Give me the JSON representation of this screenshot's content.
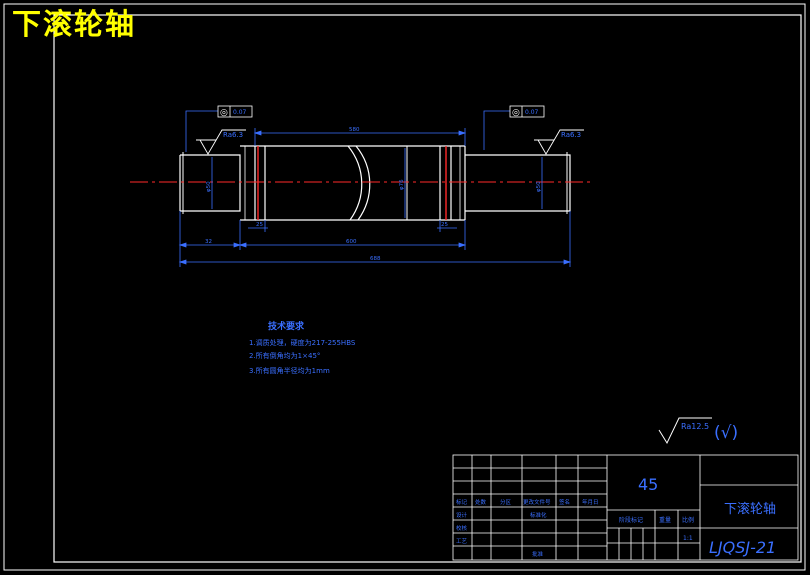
{
  "heading": "下滚轮轴",
  "part_drawing": {
    "dims": {
      "d580": "580",
      "d600": "600",
      "d688": "688",
      "d32": "32",
      "d25_left": "25",
      "d25_right": "25",
      "phi_left": "φ50",
      "phi_mid": "φ76",
      "phi_right": "φ50"
    },
    "gdt_left": {
      "symbol": "◎",
      "value": "0.07"
    },
    "gdt_right": {
      "symbol": "◎",
      "value": "0.07"
    },
    "rough_left": "Ra6.3",
    "rough_right": "Ra6.3"
  },
  "tech_req": {
    "title": "技术要求",
    "lines": [
      "1.调质处理，硬度为217-255HBS",
      "2.所有倒角均为1×45°",
      "3.所有圆角半径均为1mm"
    ]
  },
  "general_roughness": {
    "ra": "Ra12.5",
    "mark": "(√)"
  },
  "title_block": {
    "material": "45",
    "part_name": "下滚轮轴",
    "drawing_no": "LJQSJ-21",
    "scale": "1:1",
    "headers": {
      "mark": "标记",
      "count": "处数",
      "zone": "分区",
      "change_doc": "更改文件号",
      "signature": "签名",
      "date": "年月日",
      "design": "设计",
      "standardize": "标准化",
      "check": "校核",
      "craft": "工艺",
      "approve": "批准",
      "stage_mark": "阶段标记",
      "weight": "重量",
      "scale_label": "比例"
    }
  },
  "colors": {
    "outline": "#ffffff",
    "dimension": "#3a6fff",
    "center": "#ff2a2a",
    "heading": "#ffff00"
  }
}
